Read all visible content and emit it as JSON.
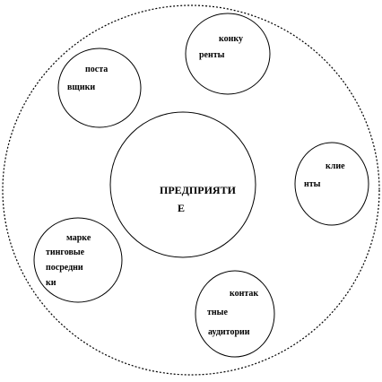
{
  "diagram": {
    "center": {
      "lines": [
        "ПРЕДПРИЯТИ",
        "Е"
      ]
    },
    "nodes": [
      {
        "id": "suppliers",
        "lines": [
          "поста",
          "вщики"
        ]
      },
      {
        "id": "competitors",
        "lines": [
          "конку",
          "ренты"
        ]
      },
      {
        "id": "clients",
        "lines": [
          "клие",
          "нты"
        ]
      },
      {
        "id": "intermediaries",
        "lines": [
          "марке",
          "тинговые",
          "посредни",
          "ки"
        ]
      },
      {
        "id": "audiences",
        "lines": [
          "контак",
          "тные",
          "аудитории"
        ]
      }
    ]
  }
}
